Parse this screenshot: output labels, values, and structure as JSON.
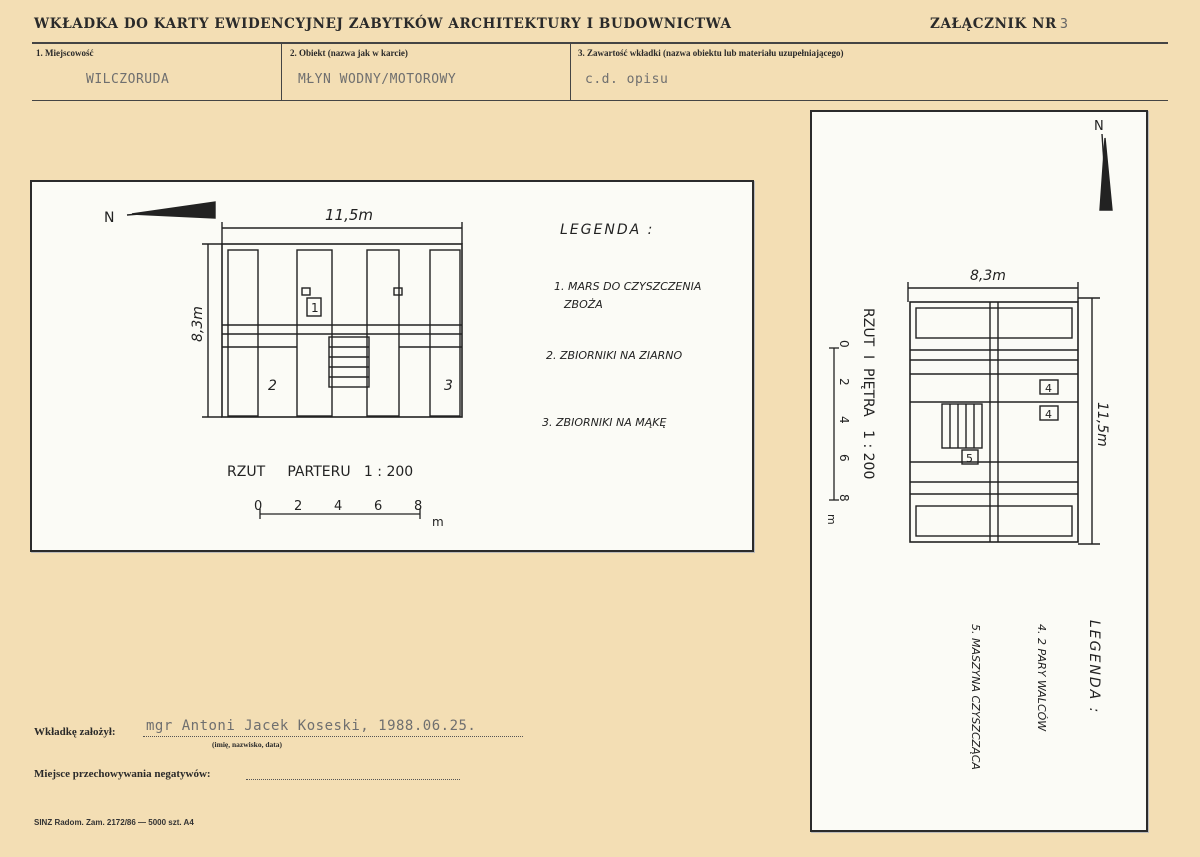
{
  "header": {
    "title": "WKŁADKA DO KARTY EWIDENCYJNEJ ZABYTKÓW ARCHITEKTURY I BUDOWNICTWA",
    "annex_label": "ZAŁĄCZNIK NR",
    "annex_number": "3"
  },
  "fields": {
    "locality_label": "1. Miejscowość",
    "locality_value": "WILCZORUDA",
    "object_label": "2. Obiekt (nazwa jak w karcie)",
    "object_value": "MŁYN WODNY/MOTOROWY",
    "content_label": "3. Zawartość wkładki (nazwa obiektu lub materiału uzupełniającego)",
    "content_value": "c.d. opisu"
  },
  "ground_floor_plan": {
    "north": "N",
    "width_dim": "11,5m",
    "depth_dim": "8,3m",
    "room_labels": [
      "1",
      "2",
      "3"
    ],
    "title": "RZUT     PARTERU   1 : 200",
    "scale_ticks": [
      "0",
      "2",
      "4",
      "6",
      "8"
    ],
    "scale_unit": "m",
    "legend_title": "LEGENDA :",
    "legend": [
      {
        "line1": "1. MARS DO CZYSZCZENIA",
        "line2": "ZBOŻA"
      },
      {
        "line1": "2. ZBIORNIKI NA ZIARNO",
        "line2": ""
      },
      {
        "line1": "3. ZBIORNIKI NA MĄKĘ",
        "line2": ""
      }
    ]
  },
  "first_floor_plan": {
    "north": "N",
    "width_dim": "8,3m",
    "length_dim": "11,5m",
    "title": "RZUT  I  PIĘTRA   1 : 200",
    "scale_ticks": [
      "0",
      "2",
      "4",
      "6",
      "8"
    ],
    "scale_unit": "m",
    "room_labels": [
      "4",
      "4",
      "5"
    ],
    "legend_title": "LEGENDA :",
    "legend": [
      "4. 2 PARY WALCÓW",
      "5. MASZYNA CZYSZCZĄCA"
    ]
  },
  "footer": {
    "founder_label": "Wkładkę założył:",
    "founder_value": "mgr Antoni Jacek Koseski, 1988.06.25.",
    "founder_hint": "(imię, nazwisko, data)",
    "negatives_label": "Miejsce przechowywania negatywów:",
    "print_info": "SINZ Radom. Zam. 2172/86 — 5000 szt. A4"
  }
}
